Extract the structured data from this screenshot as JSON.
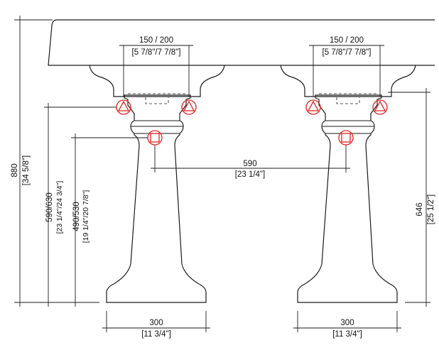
{
  "dimensions": {
    "total_height": "880",
    "total_height_in": "[34 5/8\"]",
    "rim_height": "590/630",
    "rim_height_in": "[23 1/4\"/24 3/4\"]",
    "drain_height": "490/530",
    "drain_height_in": "[19 1/4\"/20 7/8\"]",
    "pedestal_height": "646",
    "pedestal_height_in": "[25 1/2\"]",
    "bowl_width_left": "150 / 200",
    "bowl_width_left_in": "[5 7/8\"/7 7/8\"]",
    "bowl_width_right": "150 / 200",
    "bowl_width_right_in": "[5 7/8\"/7 7/8\"]",
    "drain_spacing": "590",
    "drain_spacing_in": "[23 1/4\"]",
    "base_width_left": "300",
    "base_width_left_in": "[11 3/4\"]",
    "base_width_right": "300",
    "base_width_right_in": "[11 3/4\"]"
  },
  "colors": {
    "line": "#1a1a1a",
    "marker": "#e0201b",
    "background": "#ffffff"
  }
}
